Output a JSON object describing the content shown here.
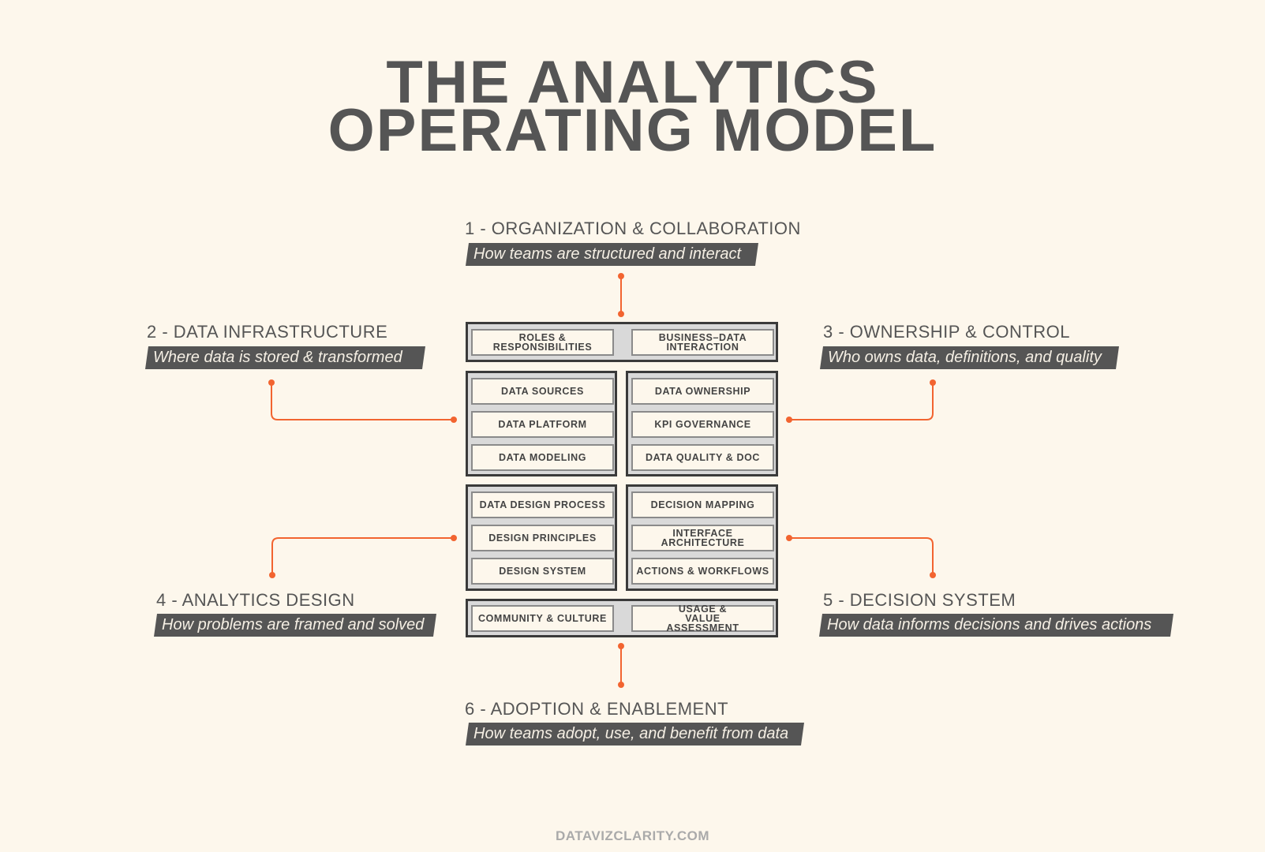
{
  "title": {
    "line1": "THE ANALYTICS",
    "line2": "OPERATING MODEL"
  },
  "sections": [
    {
      "title": "1 - ORGANIZATION & COLLABORATION",
      "subtitle": "How teams are structured and interact"
    },
    {
      "title": "2 - DATA INFRASTRUCTURE",
      "subtitle": "Where data is stored & transformed"
    },
    {
      "title": "3 - OWNERSHIP & CONTROL",
      "subtitle": "Who owns data, definitions, and quality"
    },
    {
      "title": "4 - ANALYTICS DESIGN",
      "subtitle": "How problems are framed and solved"
    },
    {
      "title": "5 - DECISION SYSTEM",
      "subtitle": "How data informs decisions and drives actions"
    },
    {
      "title": "6 - ADOPTION & ENABLEMENT",
      "subtitle": "How teams adopt, use, and benefit from data"
    }
  ],
  "blocks": {
    "organization": [
      "ROLES & RESPONSIBILITIES",
      "BUSINESS–DATA INTERACTION"
    ],
    "infrastructure": [
      "DATA SOURCES",
      "DATA PLATFORM",
      "DATA MODELING"
    ],
    "ownership": [
      "DATA OWNERSHIP",
      "KPI GOVERNANCE",
      "DATA QUALITY & DOC"
    ],
    "design": [
      "DATA DESIGN PROCESS",
      "DESIGN PRINCIPLES",
      "DESIGN SYSTEM"
    ],
    "decision": [
      "DECISION MAPPING",
      "INTERFACE ARCHITECTURE",
      "ACTIONS & WORKFLOWS"
    ],
    "adoption": [
      "COMMUNITY & CULTURE",
      "USAGE & VALUE ASSESSMENT"
    ]
  },
  "colors": {
    "accent": "#f26430",
    "dark": "#555555",
    "background": "#fdf7ec"
  },
  "footer": "DATAVIZCLARITY.COM"
}
